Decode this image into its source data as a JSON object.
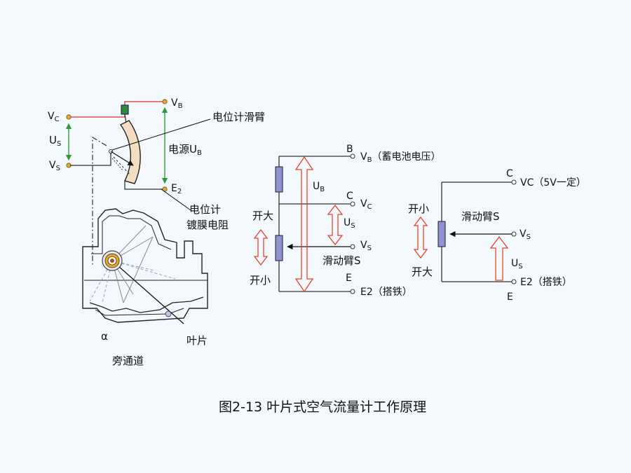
{
  "colors": {
    "background": "#f3f8fd",
    "wire": "#333333",
    "red_wire": "#d62c2c",
    "green_arrow": "#2a9a3a",
    "resistor_fill": "#8f92d3",
    "terminal_fill": "#e1a838",
    "hollow_arrow": "#e0452f",
    "film_resistor": "#f2dcc2",
    "bypass_dashes": "#9aa3b4"
  },
  "left_mechanism": {
    "vc": "V",
    "vc_sub": "C",
    "vb": "V",
    "vb_sub": "B",
    "us": "U",
    "us_sub": "S",
    "vs": "V",
    "vs_sub": "S",
    "power": "电源U",
    "power_sub": "B",
    "e2": "E",
    "e2_sub": "2",
    "wiper_arm": "电位计滑臂",
    "film_resistor_line1": "电位计",
    "film_resistor_line2": "镀膜电阻",
    "alpha": "α",
    "blade": "叶片",
    "bypass": "旁通道"
  },
  "middle_circuit": {
    "b": "B",
    "vb": "V",
    "vb_sub": "B",
    "vb_note": "（蓄电池电压）",
    "ub": "U",
    "ub_sub": "B",
    "c": "C",
    "vc": "V",
    "vc_sub": "C",
    "open_big": "开大",
    "us": "U",
    "us_sub": "S",
    "vs": "V",
    "vs_sub": "S",
    "wiper": "滑动臂S",
    "open_small": "开小",
    "e": "E",
    "e2": "E2（搭铁）"
  },
  "right_circuit": {
    "c": "C",
    "vc": "VC（5V一定）",
    "open_small": "开小",
    "wiper": "滑动臂S",
    "vs": "V",
    "vs_sub": "S",
    "us": "U",
    "us_sub": "S",
    "open_big": "开大",
    "e2": "E2（搭铁）",
    "e": "E"
  },
  "caption": "图2-13  叶片式空气流量计工作原理"
}
